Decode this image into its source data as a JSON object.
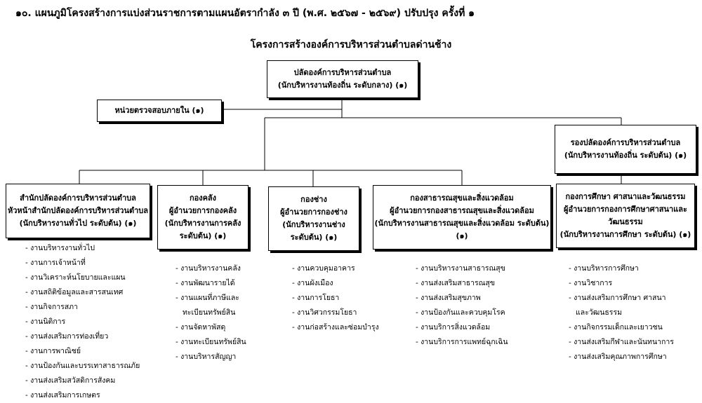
{
  "heading": "๑๐. แผนภูมิโครงสร้างการแบ่งส่วนราชการตามแผนอัตรากำลัง ๓ ปี (พ.ศ. ๒๕๖๗ - ๒๕๖๙) ปรับปรุง ครั้งที่ ๑",
  "subheading": "โครงการสร้างองค์การบริหารส่วนตำบลด่านช้าง",
  "top": {
    "title": "ปลัดองค์การบริหารส่วนตำบล",
    "sub": "(นักบริหารงานท้องถิ่น ระดับกลาง) (๑)"
  },
  "audit": {
    "title": "หน่วยตรวจสอบภายใน (๑)"
  },
  "deputy": {
    "title": "รองปลัดองค์การบริหารส่วนตำบล",
    "sub": "(นักบริหารงานท้องถิ่น ระดับต้น)  (๑)"
  },
  "departments": [
    {
      "lines": [
        "สำนักปลัดองค์การบริหารส่วนตำบล",
        "หัวหน้าสำนักปลัดองค์การบริหารส่วนตำบล",
        "(นักบริหารงานทั่วไป ระดับต้น) (๑)"
      ],
      "tasks": [
        "- งานบริหารงานทั่วไป",
        "- งานการเจ้าหน้าที่",
        "- งานวิเคราะห์นโยบายและแผน",
        "- งานสถิติข้อมูลและสารสนเทศ",
        "- งานกิจการสภา",
        "- งานนิติการ",
        "- งานส่งเสริมการท่องเที่ยว",
        "- งานการพาณิชย์",
        "- งานป้องกันและบรรเทาสาธารณภัย",
        "- งานส่งเสริมสวัสดิการสังคม",
        "- งานส่งเสริมการเกษตร"
      ]
    },
    {
      "lines": [
        "กองคลัง",
        "ผู้อำนวยการกองคลัง",
        "(นักบริหารงานการคลัง",
        "ระดับต้น) (๑)"
      ],
      "tasks": [
        "- งานบริหารงานคลัง",
        "- งานพัฒนารายได้",
        "- งานแผนที่ภาษีและ",
        "ทะเบียนทรัพย์สิน",
        "- งานจัดหาพัสดุ",
        "- งานทะเบียนทรัพย์สิน",
        "- งานบริหารสัญญา"
      ]
    },
    {
      "lines": [
        "กองช่าง",
        "ผู้อำนวยการกองช่าง",
        "(นักบริหารงานช่าง",
        "ระดับต้น) (๑)"
      ],
      "tasks": [
        "- งานควบคุมอาคาร",
        "- งานผังเมือง",
        "- งานการโยธา",
        "- งานวิศวกรรมโยธา",
        "- งานก่อสร้างและซ่อมบำรุง"
      ]
    },
    {
      "lines": [
        "กองสาธารณสุขและสิ่งแวดล้อม",
        "ผู้อำนวยการกองสาธารณสุขและสิ่งแวดล้อม",
        "(นักบริหารงานสาธารณสุขและสิ่งแวดล้อม ระดับต้น)",
        "(๑)"
      ],
      "tasks": [
        "- งานบริหารงานสาธารณสุข",
        "- งานส่งเสริมสาธารณสุข",
        "- งานส่งเสริมสุขภาพ",
        "- งานป้องกันและควบคุมโรค",
        "- งานบริการสิ่งแวดล้อม",
        "- งานบริการการแพทย์ฉุกเฉิน"
      ]
    },
    {
      "lines": [
        "กองการศึกษา ศาสนาและวัฒนธรรม",
        "ผู้อำนวยการกองการศึกษาศาสนาและ",
        "วัฒนธรรม",
        "(นักบริหารงานการศึกษา ระดับต้น) (๑)"
      ],
      "tasks": [
        "- งานบริหารการศึกษา",
        "- งานวิชาการ",
        "- งานส่งเสริมการศึกษา ศาสนา",
        "และวัฒนธรรม",
        "- งานกิจกรรมเด็กและเยาวชน",
        "- งานส่งเสริมกีฬาและนันทนาการ",
        "- งานส่งเสริมคุณภาพการศึกษา"
      ]
    }
  ]
}
